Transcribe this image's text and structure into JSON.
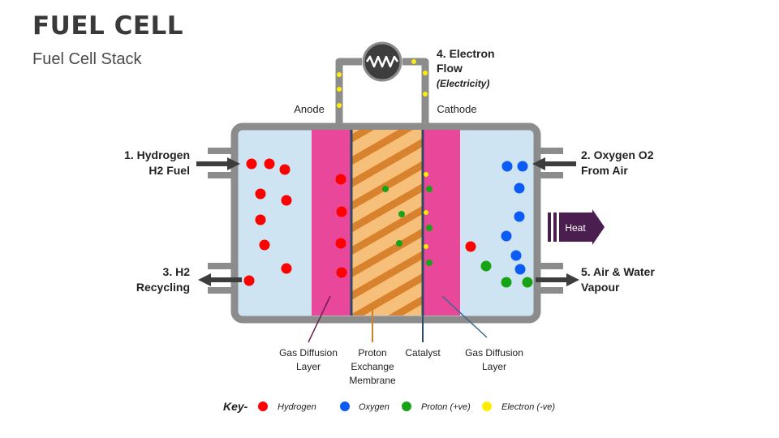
{
  "title": "FUEL CELL",
  "subtitle": "Fuel Cell Stack",
  "labels": {
    "anode": "Anode",
    "cathode": "Cathode",
    "electron_flow_1": "4. Electron",
    "electron_flow_2": "Flow",
    "electron_flow_3": "(Electricity)",
    "hydrogen_1": "1. Hydrogen",
    "hydrogen_2": "H2 Fuel",
    "oxygen_1": "2. Oxygen O2",
    "oxygen_2": "From Air",
    "recycling_1": "3. H2",
    "recycling_2": "Recycling",
    "vapour_1": "5. Air & Water",
    "vapour_2": "Vapour",
    "heat": "Heat"
  },
  "callouts": {
    "gdl_left_1": "Gas Diffusion",
    "gdl_left_2": "Layer",
    "pem_1": "Proton",
    "pem_2": "Exchange",
    "pem_3": "Membrane",
    "catalyst": "Catalyst",
    "gdl_right_1": "Gas Diffusion",
    "gdl_right_2": "Layer"
  },
  "key": {
    "title": "Key-",
    "items": [
      {
        "label": "Hydrogen",
        "color": "#ff0000"
      },
      {
        "label": "Oxygen",
        "color": "#0a5cf5"
      },
      {
        "label": "Proton (+ve)",
        "color": "#16a316"
      },
      {
        "label": "Electron (-ve)",
        "color": "#ffee00"
      }
    ]
  },
  "colors": {
    "casing": "#8c8c8c",
    "chamber": "#cfe4f3",
    "gas_diffusion_layer": "#e8479a",
    "membrane": "#f7c07a",
    "membrane_stripes": "#d9822e",
    "hydrogen": "#ff0000",
    "oxygen": "#0a5cf5",
    "proton": "#16a316",
    "electron": "#ffee00",
    "heat": "#4a1f4f"
  }
}
